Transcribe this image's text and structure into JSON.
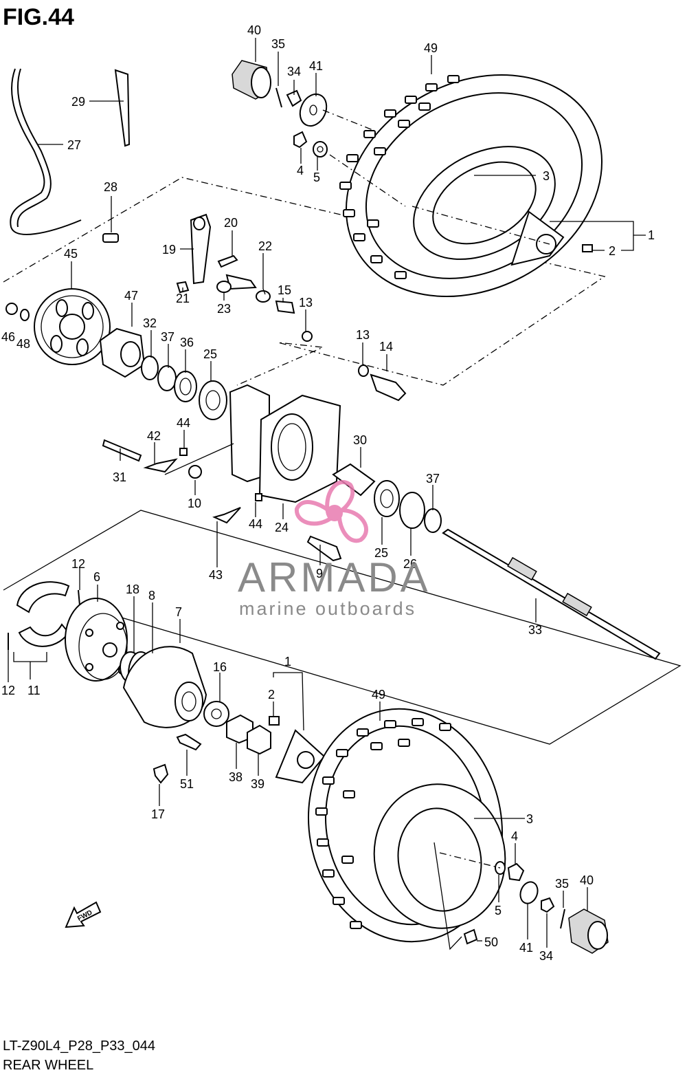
{
  "figure": {
    "title": "FIG.44",
    "code": "LT-Z90L4_P28_P33_044",
    "name": "REAR WHEEL",
    "fwd_label": "FWD"
  },
  "watermark": {
    "title": "ARMADA",
    "subtitle": "marine outboards",
    "color": "#e87bb0"
  },
  "callouts": [
    {
      "label": "40"
    },
    {
      "label": "35"
    },
    {
      "label": "34"
    },
    {
      "label": "41"
    },
    {
      "label": "49"
    },
    {
      "label": "29"
    },
    {
      "label": "27"
    },
    {
      "label": "4"
    },
    {
      "label": "5"
    },
    {
      "label": "3"
    },
    {
      "label": "28"
    },
    {
      "label": "1"
    },
    {
      "label": "2"
    },
    {
      "label": "20"
    },
    {
      "label": "19"
    },
    {
      "label": "22"
    },
    {
      "label": "45"
    },
    {
      "label": "15"
    },
    {
      "label": "13"
    },
    {
      "label": "21"
    },
    {
      "label": "23"
    },
    {
      "label": "47"
    },
    {
      "label": "46"
    },
    {
      "label": "48"
    },
    {
      "label": "32"
    },
    {
      "label": "37"
    },
    {
      "label": "36"
    },
    {
      "label": "25"
    },
    {
      "label": "13"
    },
    {
      "label": "14"
    },
    {
      "label": "44"
    },
    {
      "label": "42"
    },
    {
      "label": "30"
    },
    {
      "label": "31"
    },
    {
      "label": "10"
    },
    {
      "label": "37"
    },
    {
      "label": "44"
    },
    {
      "label": "24"
    },
    {
      "label": "25"
    },
    {
      "label": "26"
    },
    {
      "label": "9"
    },
    {
      "label": "43"
    },
    {
      "label": "12"
    },
    {
      "label": "6"
    },
    {
      "label": "18"
    },
    {
      "label": "8"
    },
    {
      "label": "7"
    },
    {
      "label": "33"
    },
    {
      "label": "12"
    },
    {
      "label": "11"
    },
    {
      "label": "16"
    },
    {
      "label": "1"
    },
    {
      "label": "2"
    },
    {
      "label": "49"
    },
    {
      "label": "38"
    },
    {
      "label": "39"
    },
    {
      "label": "51"
    },
    {
      "label": "17"
    },
    {
      "label": "3"
    },
    {
      "label": "4"
    },
    {
      "label": "35"
    },
    {
      "label": "40"
    },
    {
      "label": "5"
    },
    {
      "label": "41"
    },
    {
      "label": "34"
    },
    {
      "label": "50"
    }
  ]
}
